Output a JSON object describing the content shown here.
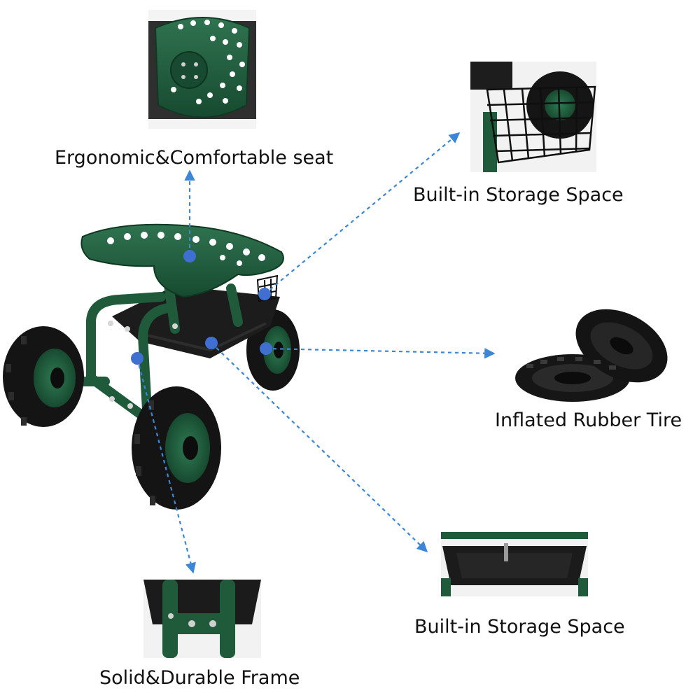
{
  "features": {
    "seat": {
      "label": "Ergonomic&Comfortable seat"
    },
    "basket": {
      "label": "Built-in Storage Space"
    },
    "tire": {
      "label": "Inflated Rubber Tire"
    },
    "tray": {
      "label": "Built-in Storage Space"
    },
    "frame": {
      "label": "Solid&Durable Frame"
    }
  },
  "colors": {
    "frame_green": "#1f5a3a",
    "frame_green_dark": "#123f27",
    "tire_black": "#141414",
    "tray_black": "#1c1c1c",
    "callout_blue": "#3f6fd1",
    "arrow_blue": "#3b86d6"
  }
}
